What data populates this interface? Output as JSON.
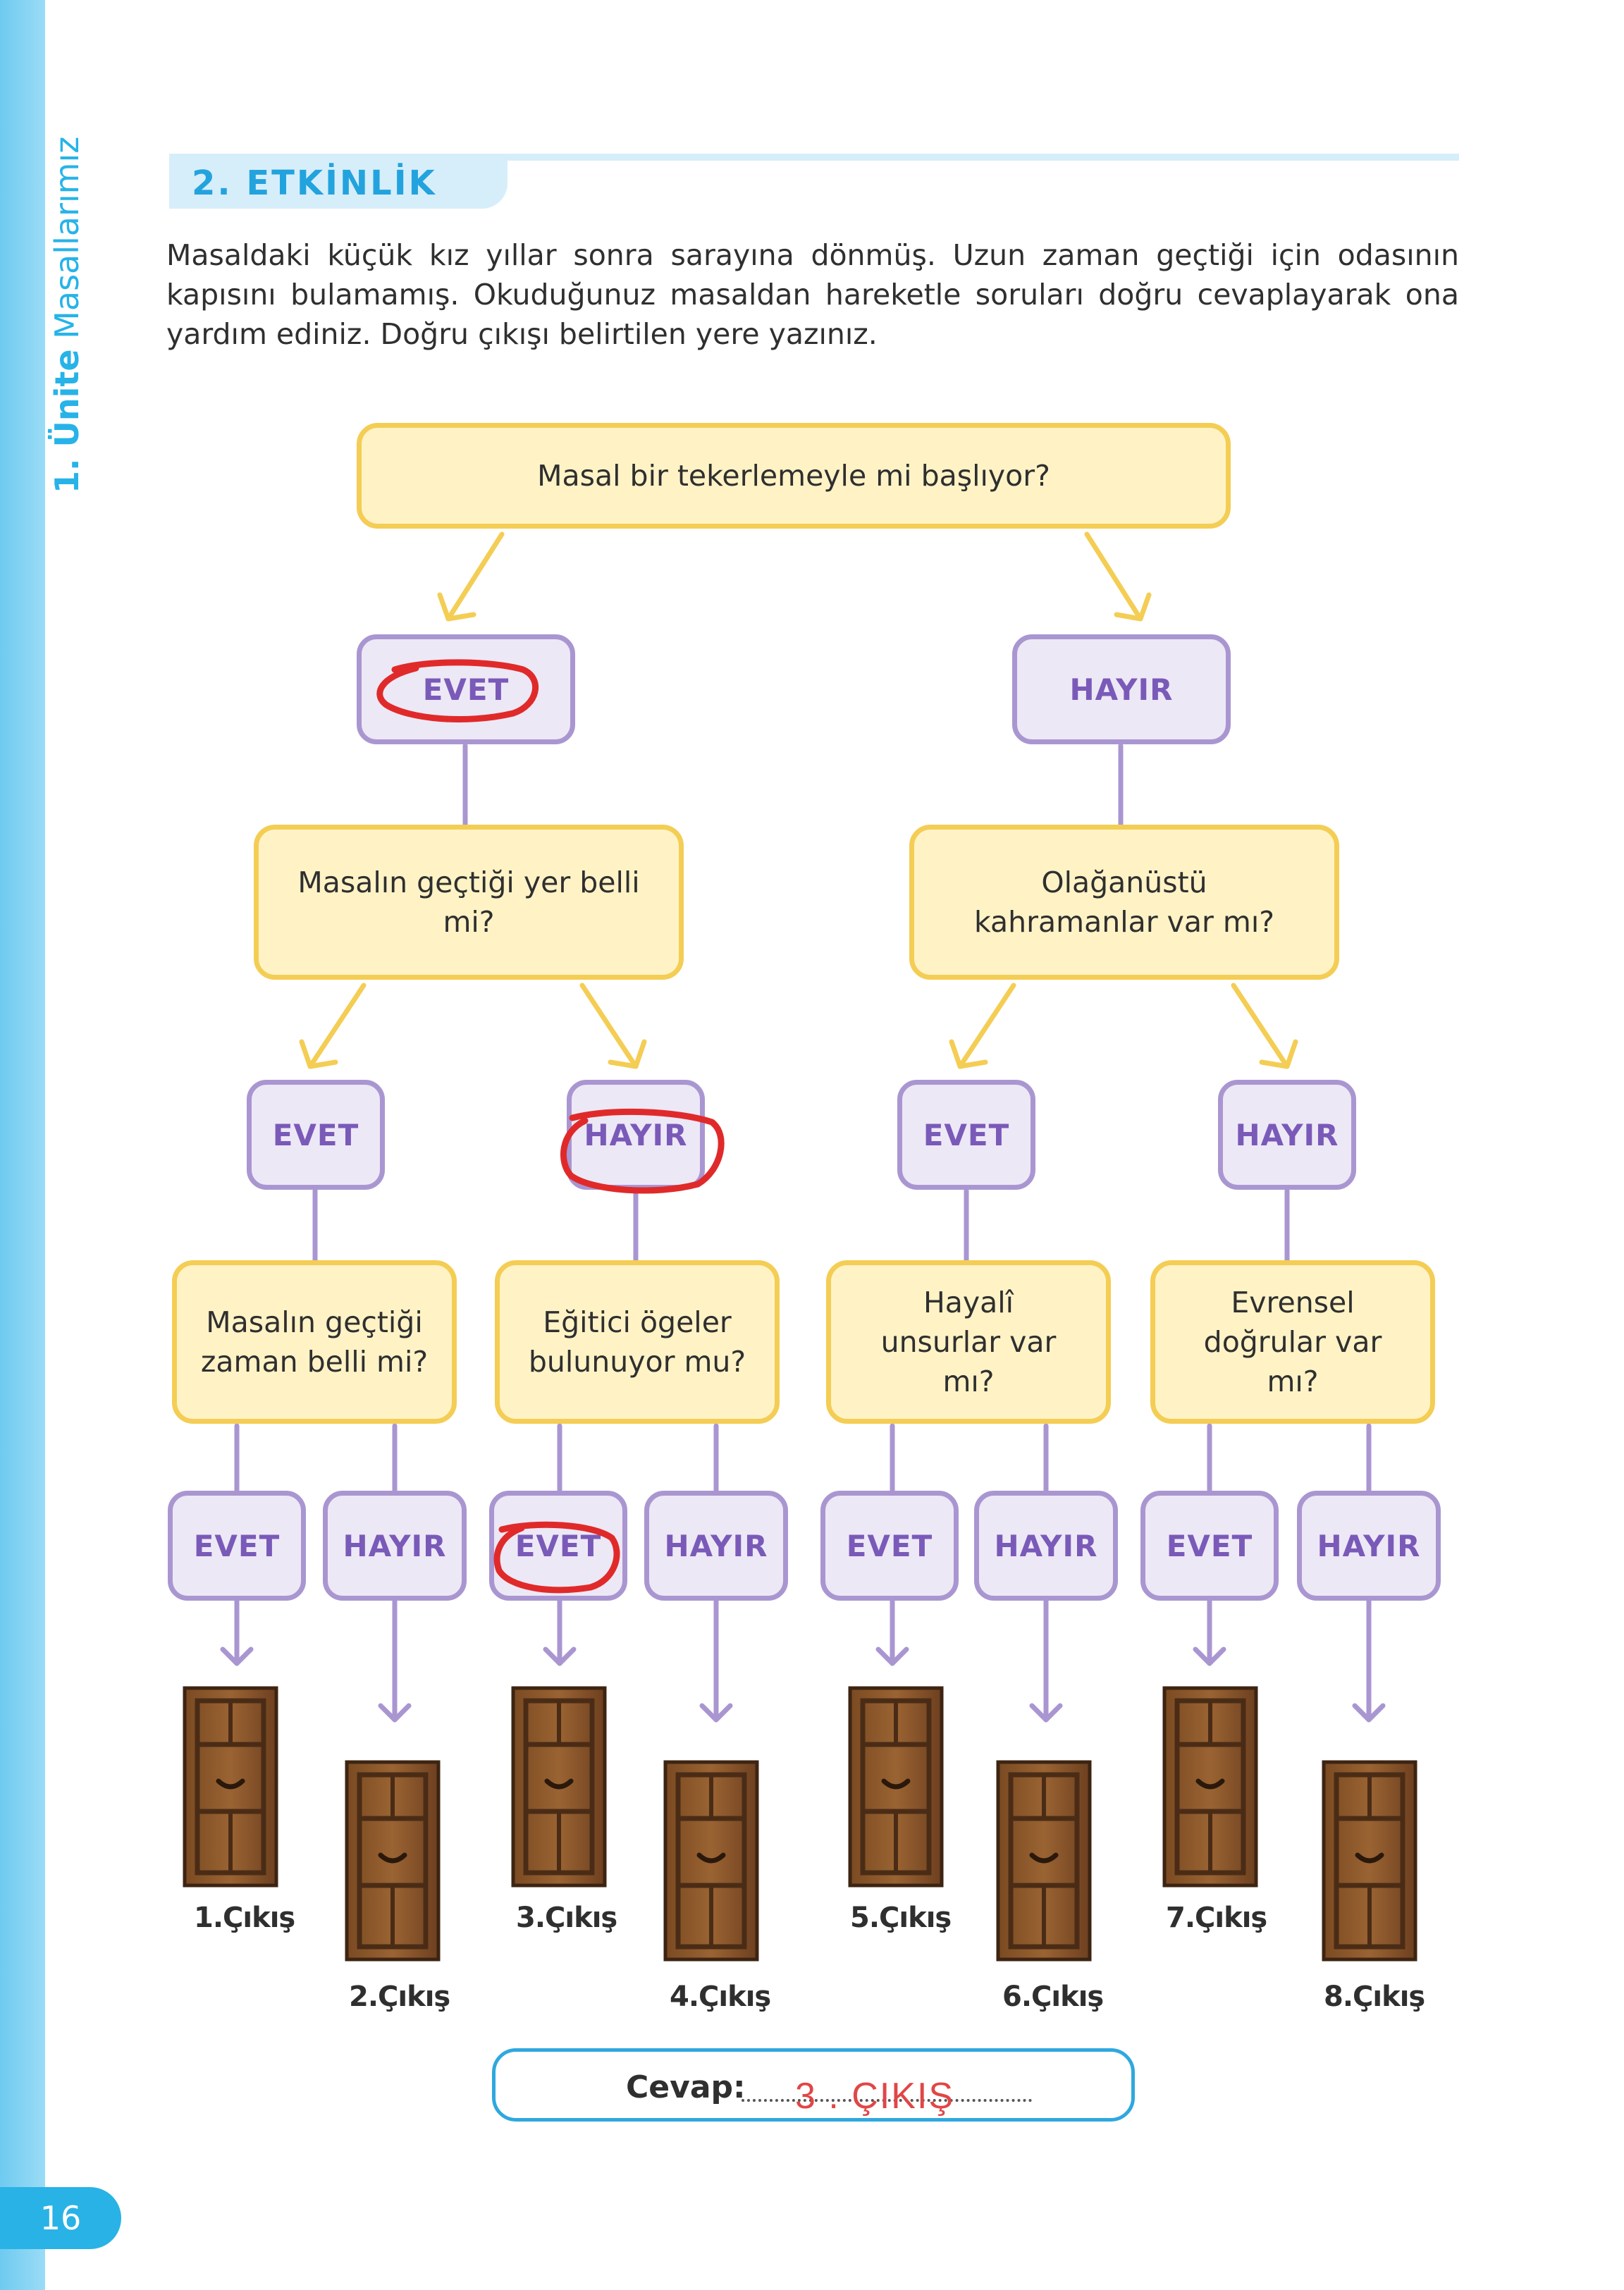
{
  "sidebar": {
    "unit_number": "1. Ünite",
    "unit_name": "Masallarımız"
  },
  "page_number": "16",
  "activity": {
    "title": "2. ETKİNLİK",
    "instructions": "Masaldaki küçük kız yıllar sonra sarayına dönmüş. Uzun zaman geçtiği için odasının kapısını bulamamış. Okuduğunuz masaldan hareketle soruları doğru cevaplayarak ona yardım ediniz. Doğru çıkışı belirtilen yere yazınız."
  },
  "flowchart": {
    "root_question": "Masal bir tekerlemeyle mi başlıyor?",
    "level1_answers": [
      "EVET",
      "HAYIR"
    ],
    "level2_questions": [
      "Masalın geçtiği yer belli mi?",
      "Olağanüstü kahramanlar var mı?"
    ],
    "level2_answers": [
      "EVET",
      "HAYIR",
      "EVET",
      "HAYIR"
    ],
    "level3_questions": [
      "Masalın geçtiği zaman belli mi?",
      "Eğitici ögeler bulunuyor mu?",
      "Hayalî unsurlar var mı?",
      "Evrensel doğrular var mı?"
    ],
    "level3_answers": [
      "EVET",
      "HAYIR",
      "EVET",
      "HAYIR",
      "EVET",
      "HAYIR",
      "EVET",
      "HAYIR"
    ],
    "exits": [
      "1.Çıkış",
      "2.Çıkış",
      "3.Çıkış",
      "4.Çıkış",
      "5.Çıkış",
      "6.Çıkış",
      "7.Çıkış",
      "8.Çıkış"
    ],
    "circled_answers": [
      "EVET (level 1)",
      "HAYIR (level 2)",
      "EVET (level 3)"
    ]
  },
  "answer": {
    "label": "Cevap:",
    "handwritten": "3 . ÇIKIŞ"
  },
  "colors": {
    "question_fill": "#fff3c6",
    "question_border": "#f4cd54",
    "answer_border": "#a996d1",
    "answer_text": "#7a5ab8",
    "accent": "#29b2e6",
    "annotation": "#e02a2a"
  }
}
